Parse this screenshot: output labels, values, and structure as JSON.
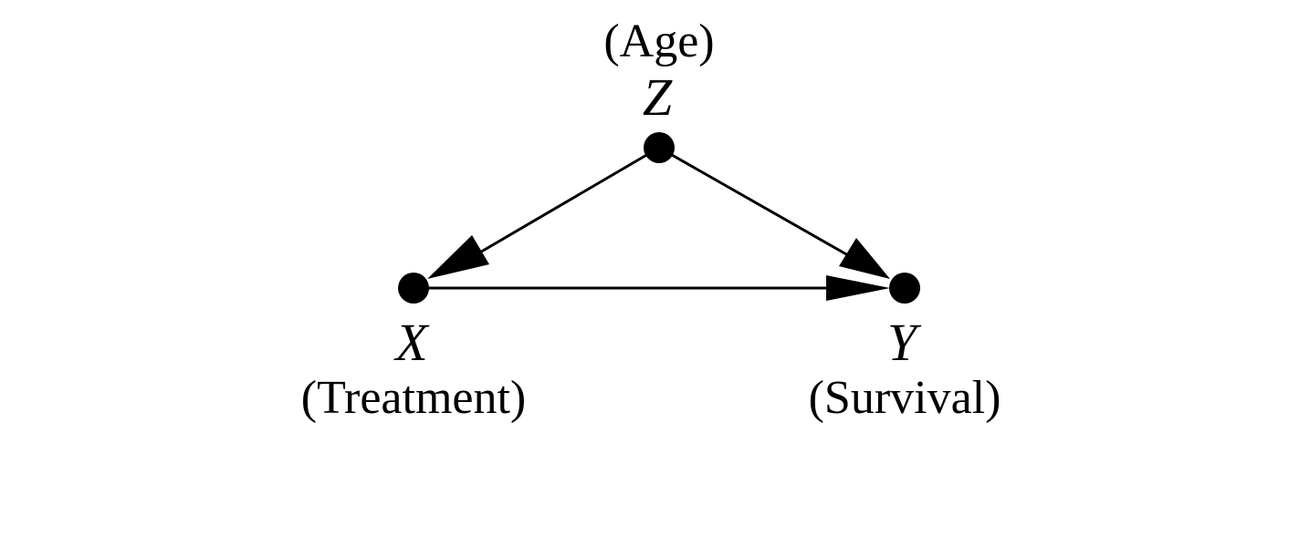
{
  "diagram": {
    "nodes": {
      "z": {
        "symbol": "Z",
        "description": "(Age)"
      },
      "x": {
        "symbol": "X",
        "description": "(Treatment)"
      },
      "y": {
        "symbol": "Y",
        "description": "(Survival)"
      }
    },
    "edges": [
      {
        "from": "Z",
        "to": "X"
      },
      {
        "from": "Z",
        "to": "Y"
      },
      {
        "from": "X",
        "to": "Y"
      }
    ],
    "colors": {
      "ink": "#000000",
      "background": "#ffffff"
    }
  }
}
